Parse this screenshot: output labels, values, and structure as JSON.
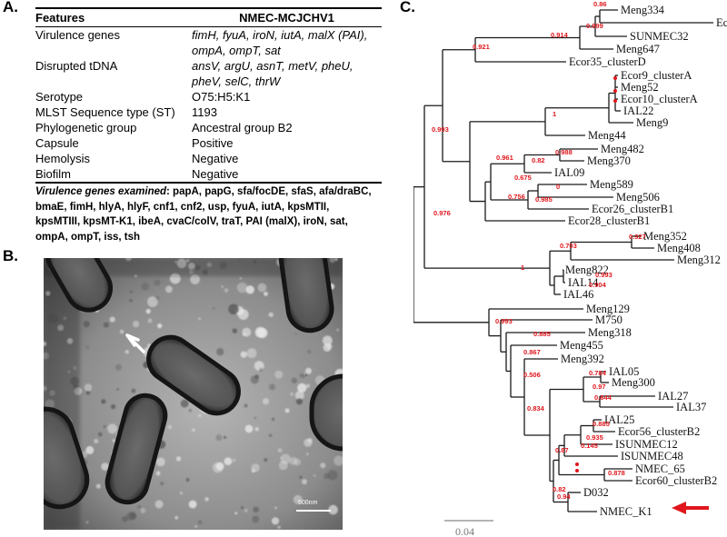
{
  "panels": {
    "a": "A.",
    "b": "B.",
    "c": "C."
  },
  "table": {
    "header": {
      "features": "Features",
      "strain": "NMEC-MCJCHV1"
    },
    "rows": [
      {
        "feature": "Virulence genes",
        "value_lines": [
          "fimH, fyuA, iroN, iutA, malX (PAI),",
          "ompA, ompT, sat"
        ],
        "italic": true
      },
      {
        "feature": "Disrupted tDNA",
        "value_lines": [
          "ansV, argU, asnT, metV, pheU,",
          "pheV, selC, thrW"
        ],
        "italic": true
      },
      {
        "feature": "Serotype",
        "value_lines": [
          "O75:H5:K1"
        ],
        "italic": false
      },
      {
        "feature": "MLST Sequence type (ST)",
        "value_lines": [
          "1193"
        ],
        "italic": false
      },
      {
        "feature": "Phylogenetic group",
        "value_lines": [
          "Ancestral group B2"
        ],
        "italic": false
      },
      {
        "feature": "Capsule",
        "value_lines": [
          "Positive"
        ],
        "italic": false
      },
      {
        "feature": "Hemolysis",
        "value_lines": [
          "Negative"
        ],
        "italic": false
      },
      {
        "feature": "Biofilm",
        "value_lines": [
          "Negative"
        ],
        "italic": false
      }
    ],
    "note_label": "Virulence genes examined",
    "note_lines": [
      ": papA, papG, sfa/focDE, sfaS, afa/draBC,",
      "bmaE, fimH, hlyA, hlyF, cnf1, cnf2, usp, fyuA, iutA, kpsMTII,",
      "kpsMTIII, kpsMT-K1, ibeA, cvaC/colV, traT, PAI (malX), iroN, sat,",
      "ompA, ompT, iss, tsh"
    ]
  },
  "micrograph": {
    "scale_label": "500nm"
  },
  "tree": {
    "leaves": [
      "Meng334",
      "Ecor_clusterD",
      "SUNMEC32",
      "Meng647",
      "Ecor35_clusterD",
      "Ecor9_clusterA",
      "Meng52",
      "Ecor10_clusterA",
      "IAL22",
      "Meng9",
      "Meng44",
      "Meng482",
      "Meng370",
      "IAL09",
      "Meng589",
      "Meng506",
      "Ecor26_clusterB1",
      "Ecor28_clusterB1",
      "Meng352",
      "Meng408",
      "Meng312",
      "Meng822",
      "IAL14",
      "IAL46",
      "Meng129",
      "M750",
      "Meng318",
      "Meng455",
      "Meng392",
      "IAL05",
      "Meng300",
      "IAL27",
      "IAL37",
      "IAL25",
      "Ecor56_clusterB2",
      "ISUNMEC12",
      "ISUNMEC48",
      "NMEC_65",
      "Ecor60_clusterB2",
      "D032",
      "NMEC_K1"
    ],
    "supports": [
      "0.86",
      "0.999",
      "0.914",
      "0.921",
      "0.993",
      "1",
      "0.988",
      "0.82",
      "0.961",
      "0.675",
      "0.985",
      "0",
      "0.756",
      "0.976",
      "0.703",
      "0.927",
      "0.993",
      "0.904",
      "1",
      "0.993",
      "0.885",
      "0.867",
      "0.506",
      "0.784",
      "0.97",
      "0.644",
      "0.834",
      "0.885",
      "0.935",
      "0.145",
      "0.878",
      "0.87",
      "0.82",
      "0.94"
    ],
    "scale_label": "0.04",
    "highlight_color": "#e0161c"
  }
}
